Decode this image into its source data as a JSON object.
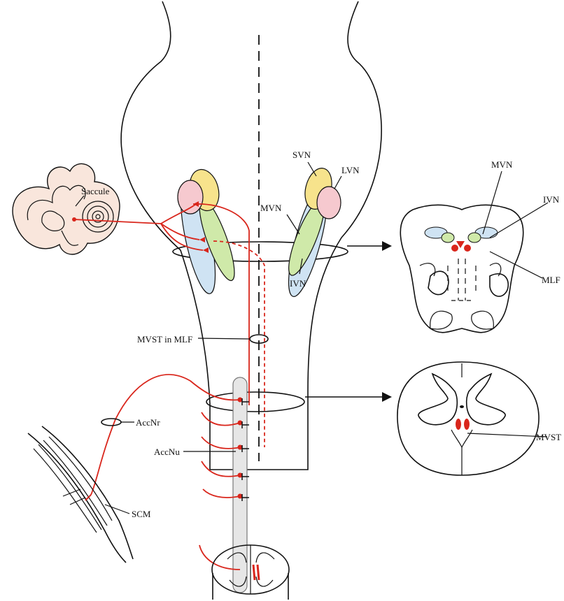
{
  "labels": {
    "saccule": "Saccule",
    "svn": "SVN",
    "lvn": "LVN",
    "mvn": "MVN",
    "ivn": "IVN",
    "mvn_right": "MVN",
    "ivn_right": "IVN",
    "mlf": "MLF",
    "mvst_in_mlf": "MVST in MLF",
    "accnr": "AccNr",
    "accnu": "AccNu",
    "scm": "SCM",
    "mvst": "MVST"
  },
  "colors": {
    "svn": "#f7e38c",
    "lvn": "#f6c9cf",
    "mvn": "#cfe9a9",
    "ivn": "#cfe3f3",
    "pathway": "#d9261c",
    "saccule_fill": "#f9e6dc"
  }
}
